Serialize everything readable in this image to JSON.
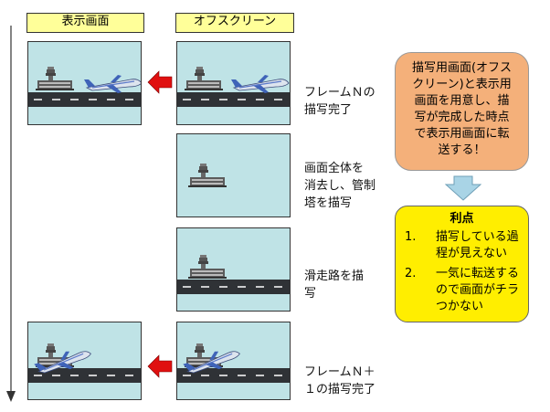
{
  "headers": {
    "display": "表示画面",
    "offscreen": "オフスクリーン"
  },
  "stages": [
    {
      "label": "フレームＮの\n描写完了"
    },
    {
      "label": "画面全体を\n消去し、管制\n塔を描写"
    },
    {
      "label": "滑走路を描\n写"
    },
    {
      "label": "フレームＮ＋\n１の描写完了"
    }
  ],
  "note": {
    "text": "描写用画面(オフス\nクリーン)と表示用\n画面を用意し、描\n写が完成した時点\nで表示用画面に転\n送する！"
  },
  "merit": {
    "title": "利点",
    "items": [
      {
        "num": "1.",
        "text": "描写している過程が見えない"
      },
      {
        "num": "2.",
        "text": "一気に転送するので画面がチラつかない"
      }
    ]
  },
  "colors": {
    "header_bg": "#ffff99",
    "sky": "#bfe3e6",
    "runway": "#2f3236",
    "arrow_red": "#e01010",
    "arrow_blue": "#a9d4e6",
    "note_bg": "#f4b07a",
    "merit_bg": "#ffee00"
  }
}
